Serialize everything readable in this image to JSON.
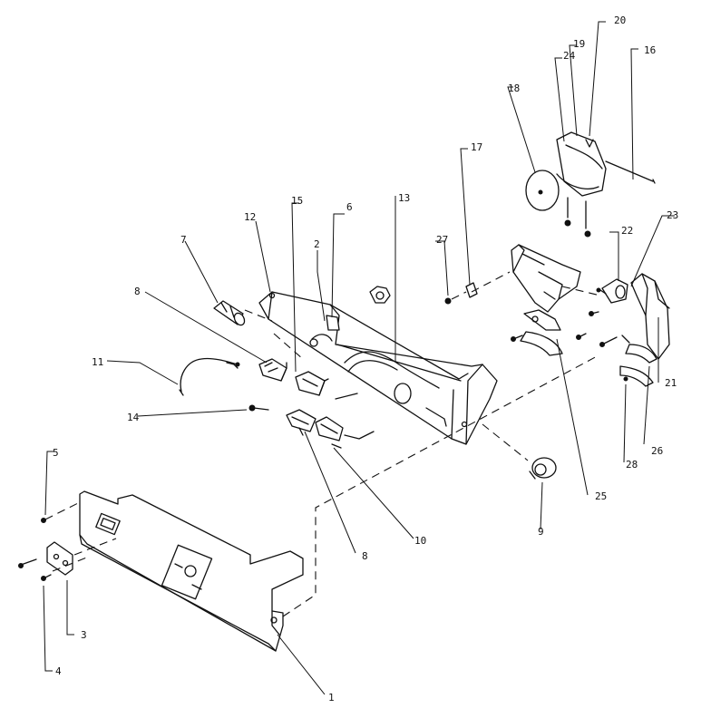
{
  "diagram": {
    "callouts": [
      {
        "id": "c1",
        "label": "1"
      },
      {
        "id": "c2",
        "label": "2"
      },
      {
        "id": "c3",
        "label": "3"
      },
      {
        "id": "c4",
        "label": "4"
      },
      {
        "id": "c5",
        "label": "5"
      },
      {
        "id": "c6",
        "label": "6"
      },
      {
        "id": "c7",
        "label": "7"
      },
      {
        "id": "c8a",
        "label": "8"
      },
      {
        "id": "c8b",
        "label": "8"
      },
      {
        "id": "c9",
        "label": "9"
      },
      {
        "id": "c10",
        "label": "10"
      },
      {
        "id": "c11",
        "label": "11"
      },
      {
        "id": "c12",
        "label": "12"
      },
      {
        "id": "c13",
        "label": "13"
      },
      {
        "id": "c14",
        "label": "14"
      },
      {
        "id": "c15",
        "label": "15"
      },
      {
        "id": "c16",
        "label": "16"
      },
      {
        "id": "c17",
        "label": "17"
      },
      {
        "id": "c18",
        "label": "18"
      },
      {
        "id": "c19",
        "label": "19"
      },
      {
        "id": "c20",
        "label": "20"
      },
      {
        "id": "c21",
        "label": "21"
      },
      {
        "id": "c22",
        "label": "22"
      },
      {
        "id": "c23",
        "label": "23"
      },
      {
        "id": "c24",
        "label": "24"
      },
      {
        "id": "c25",
        "label": "25"
      },
      {
        "id": "c26",
        "label": "26"
      },
      {
        "id": "c27",
        "label": "27"
      },
      {
        "id": "c28",
        "label": "28"
      }
    ],
    "colors": {
      "ink": "#111111",
      "paper": "#ffffff"
    }
  }
}
